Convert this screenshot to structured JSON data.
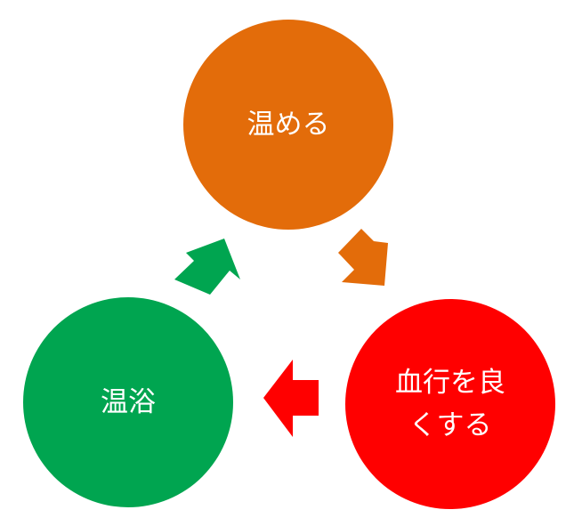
{
  "nodes": {
    "warm": {
      "label": "温める",
      "color": "#E36C0A"
    },
    "blood": {
      "label": "血行を良\nくする",
      "color": "#FF0000"
    },
    "bath": {
      "label": "温浴",
      "color": "#00A550"
    }
  },
  "arrows": {
    "warm_to_blood": {
      "color": "#E36C0A"
    },
    "blood_to_bath": {
      "color": "#FF0000"
    },
    "bath_to_warm": {
      "color": "#00A550"
    }
  }
}
